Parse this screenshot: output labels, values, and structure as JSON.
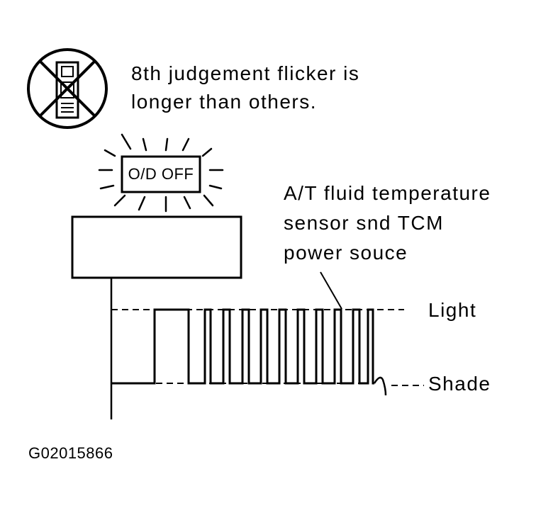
{
  "note": {
    "line1": "8th judgement flicker is",
    "line2": "longer than others."
  },
  "indicator": {
    "label": "O/D OFF"
  },
  "callout": {
    "line1": "A/T fluid temperature",
    "line2": "sensor snd TCM",
    "line3": "power souce"
  },
  "levels": {
    "high": "Light",
    "low": "Shade"
  },
  "figure_id": "G02015866"
}
